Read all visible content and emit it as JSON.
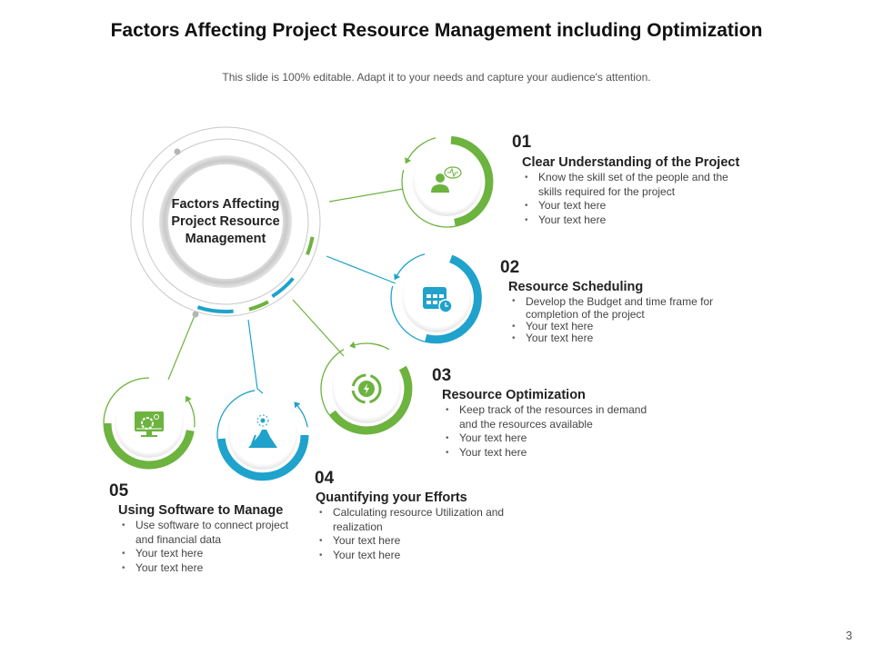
{
  "title": "Factors Affecting Project Resource Management including Optimization",
  "subtitle": "This slide is 100% editable. Adapt it to your needs and capture your audience's attention.",
  "page_number": "3",
  "center": {
    "label": "Factors Affecting Project Resource Management"
  },
  "colors": {
    "green": "#6db33f",
    "blue": "#1fa2cc"
  },
  "items": [
    {
      "number": "01",
      "title": "Clear Understanding of the Project",
      "icon": "person-chat-icon",
      "color": "green",
      "bullets": [
        "Know the skill set of the people and the skills required for the project",
        "Your text here",
        "Your text here"
      ]
    },
    {
      "number": "02",
      "title": "Resource Scheduling",
      "icon": "calendar-clock-icon",
      "color": "blue",
      "bullets": [
        "Develop  the Budget and time frame for completion of the project",
        "Your text here",
        "Your text here"
      ]
    },
    {
      "number": "03",
      "title": "Resource Optimization",
      "icon": "gear-refresh-icon",
      "color": "green",
      "bullets": [
        "Keep track of the resources in demand and the resources available",
        "Your text here",
        "Your text here"
      ]
    },
    {
      "number": "04",
      "title": "Quantifying your Efforts",
      "icon": "mountain-goal-icon",
      "color": "blue",
      "bullets": [
        "Calculating resource Utilization and realization",
        "Your text here",
        "Your text here"
      ]
    },
    {
      "number": "05",
      "title": "Using Software to Manage",
      "icon": "monitor-gear-icon",
      "color": "green",
      "bullets": [
        "Use software to connect project and financial data",
        "Your text here",
        "Your text here"
      ]
    }
  ]
}
